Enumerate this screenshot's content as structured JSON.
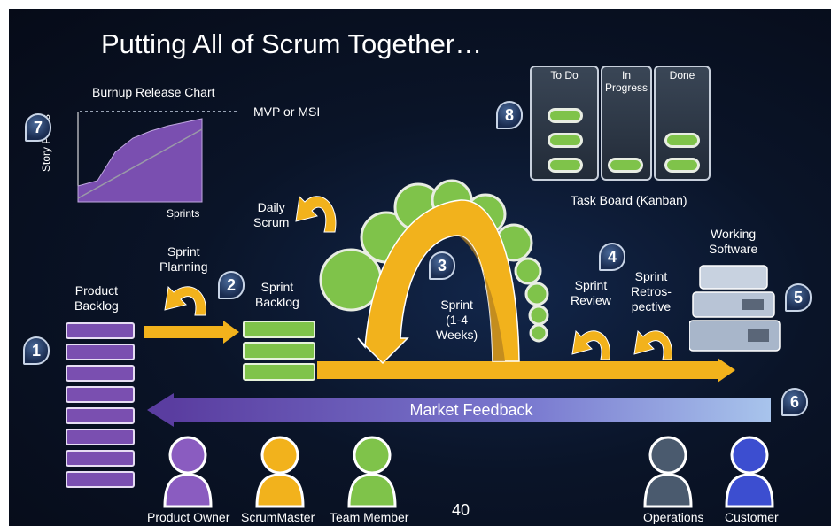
{
  "title": "Putting All of Scrum Together…",
  "page_number": "40",
  "burnup": {
    "title": "Burnup Release Chart",
    "ylabel": "Story Points",
    "xlabel": "Sprints",
    "target_label": "MVP or MSI"
  },
  "steps": {
    "product_backlog": "Product\nBacklog",
    "sprint_planning": "Sprint\nPlanning",
    "sprint_backlog": "Sprint\nBacklog",
    "daily_scrum": "Daily\nScrum",
    "sprint": "Sprint\n(1-4\nWeeks)",
    "sprint_review": "Sprint\nReview",
    "sprint_retrospective": "Sprint\nRetros-\npective",
    "working_software": "Working\nSoftware",
    "market_feedback": "Market Feedback"
  },
  "badges": [
    "1",
    "2",
    "3",
    "4",
    "5",
    "6",
    "7",
    "8"
  ],
  "task_board": {
    "title": "Task Board (Kanban)",
    "columns": [
      "To Do",
      "In\nProgress",
      "Done"
    ]
  },
  "roles": [
    "Product Owner",
    "ScrumMaster",
    "Team Member",
    "Operations",
    "Customer"
  ],
  "colors": {
    "purple": "#7a4fb0",
    "green": "#7fc34a",
    "orange": "#f2b21c",
    "background": "#0a1428"
  }
}
